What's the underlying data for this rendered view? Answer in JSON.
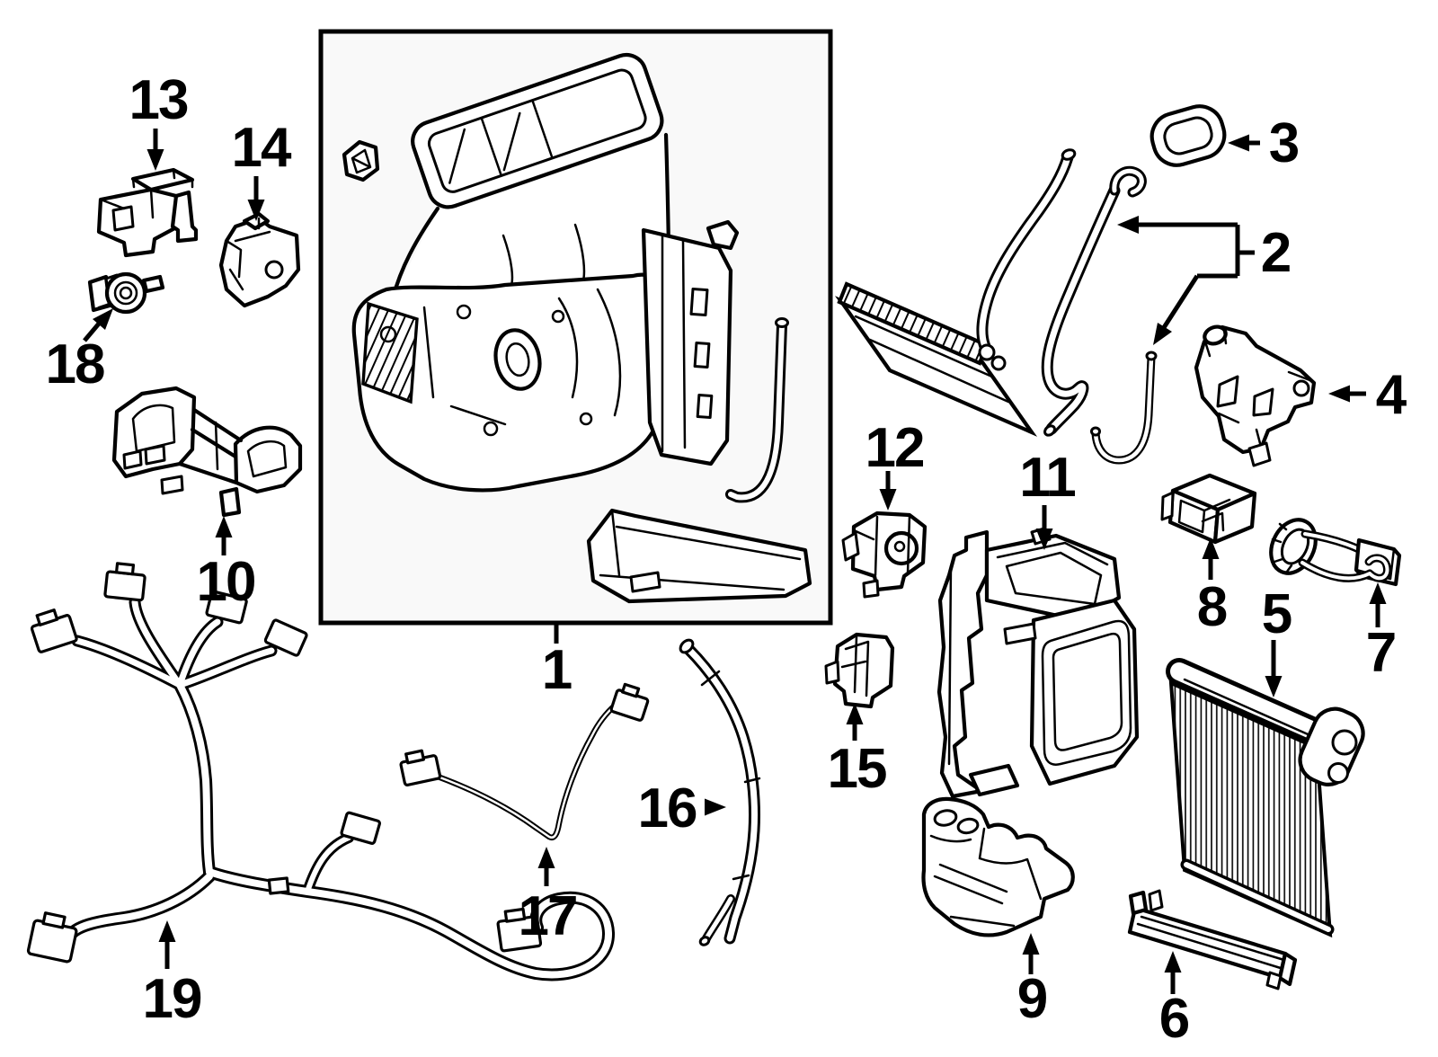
{
  "figure": {
    "type": "exploded-parts-diagram",
    "background": "#ffffff",
    "line_color": "#000000",
    "inset_box_fill": "#f9f9f9",
    "callouts": [
      {
        "id": 1,
        "label": "1"
      },
      {
        "id": 2,
        "label": "2"
      },
      {
        "id": 3,
        "label": "3"
      },
      {
        "id": 4,
        "label": "4"
      },
      {
        "id": 5,
        "label": "5"
      },
      {
        "id": 6,
        "label": "6"
      },
      {
        "id": 7,
        "label": "7"
      },
      {
        "id": 8,
        "label": "8"
      },
      {
        "id": 9,
        "label": "9"
      },
      {
        "id": 10,
        "label": "10"
      },
      {
        "id": 11,
        "label": "11"
      },
      {
        "id": 12,
        "label": "12"
      },
      {
        "id": 13,
        "label": "13"
      },
      {
        "id": 14,
        "label": "14"
      },
      {
        "id": 15,
        "label": "15"
      },
      {
        "id": 16,
        "label": "16"
      },
      {
        "id": 17,
        "label": "17"
      },
      {
        "id": 18,
        "label": "18"
      },
      {
        "id": 19,
        "label": "19"
      }
    ]
  }
}
